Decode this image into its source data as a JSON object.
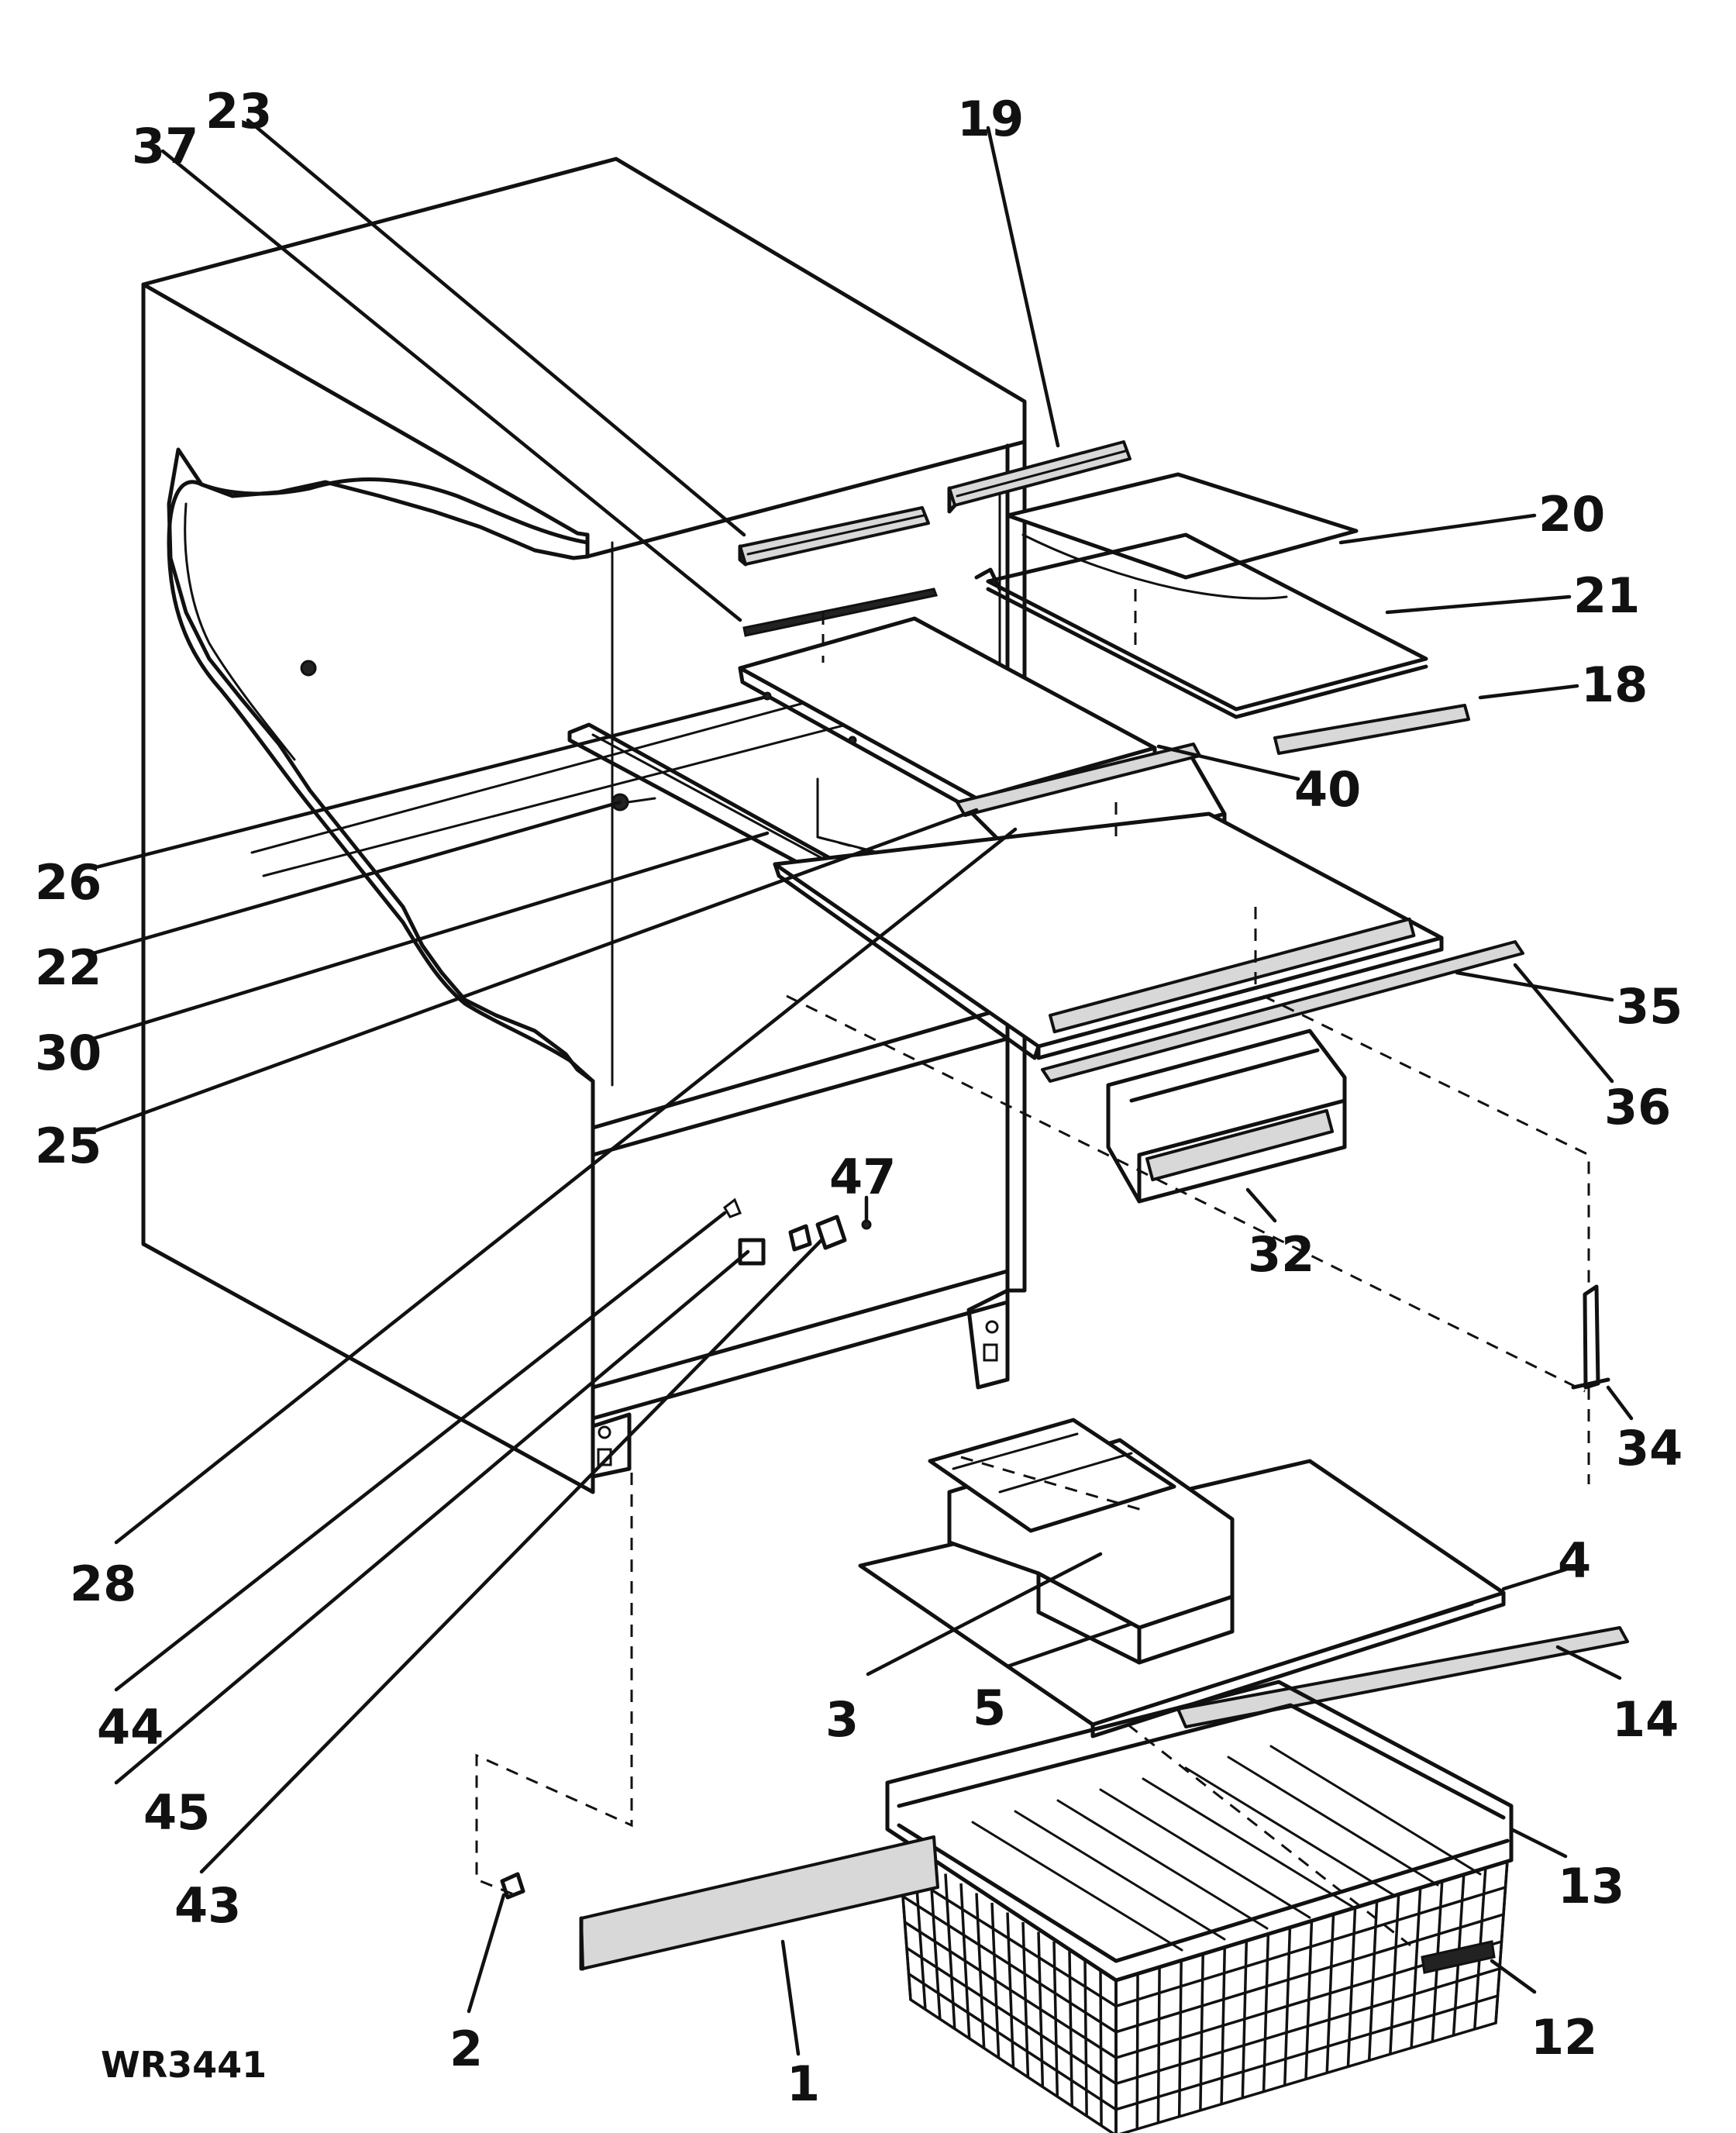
{
  "drawing_code": "WR3441",
  "parts": [
    {
      "id": "p23",
      "label": "23"
    },
    {
      "id": "p37",
      "label": "37"
    },
    {
      "id": "p19",
      "label": "19"
    },
    {
      "id": "p20",
      "label": "20"
    },
    {
      "id": "p21",
      "label": "21"
    },
    {
      "id": "p18",
      "label": "18"
    },
    {
      "id": "p40",
      "label": "40"
    },
    {
      "id": "p26",
      "label": "26"
    },
    {
      "id": "p22",
      "label": "22"
    },
    {
      "id": "p30",
      "label": "30"
    },
    {
      "id": "p25",
      "label": "25"
    },
    {
      "id": "p35",
      "label": "35"
    },
    {
      "id": "p36",
      "label": "36"
    },
    {
      "id": "p47",
      "label": "47"
    },
    {
      "id": "p32",
      "label": "32"
    },
    {
      "id": "p34",
      "label": "34"
    },
    {
      "id": "p28",
      "label": "28"
    },
    {
      "id": "p44",
      "label": "44"
    },
    {
      "id": "p45",
      "label": "45"
    },
    {
      "id": "p43",
      "label": "43"
    },
    {
      "id": "p4",
      "label": "4"
    },
    {
      "id": "p3",
      "label": "3"
    },
    {
      "id": "p5",
      "label": "5"
    },
    {
      "id": "p14",
      "label": "14"
    },
    {
      "id": "p13",
      "label": "13"
    },
    {
      "id": "p12",
      "label": "12"
    },
    {
      "id": "p2",
      "label": "2"
    },
    {
      "id": "p1",
      "label": "1"
    }
  ]
}
